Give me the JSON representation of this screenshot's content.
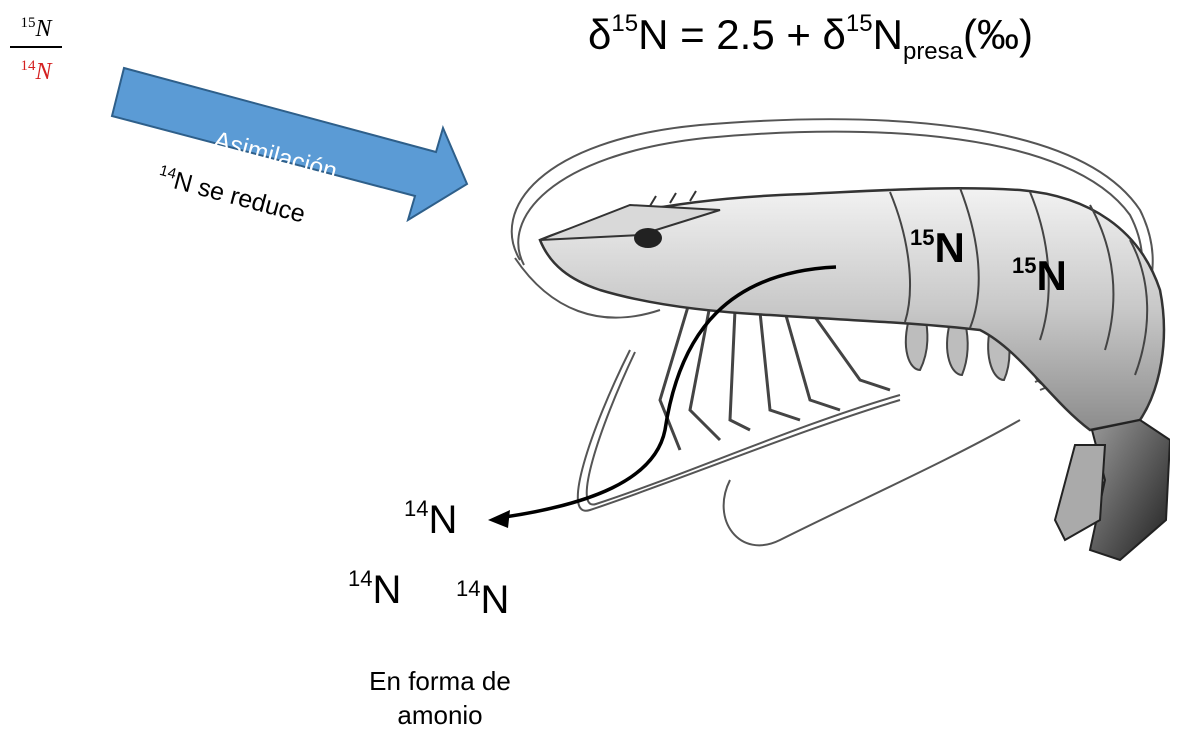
{
  "fraction": {
    "num_sup": "15",
    "num_base": "N",
    "den_sup": "14",
    "den_base": "N",
    "den_color": "#d42020"
  },
  "equation": {
    "delta1": "δ",
    "sup1": "15",
    "base1": "N = 2.5 + δ",
    "sup2": "15",
    "base2": "N",
    "sub": "presa",
    "tail": "(‰)"
  },
  "arrow": {
    "label": "Asimilación",
    "fill": "#5b9bd5",
    "stroke": "#2e5f8a"
  },
  "reduce": {
    "sup": "14",
    "text": "N se reduce"
  },
  "body_isotopes": [
    {
      "sup": "15",
      "base": "N"
    },
    {
      "sup": "15",
      "base": "N"
    }
  ],
  "excreted": [
    {
      "sup": "14",
      "base": "N"
    },
    {
      "sup": "14",
      "base": "N"
    },
    {
      "sup": "14",
      "base": "N"
    }
  ],
  "caption": {
    "line1": "En forma de",
    "line2": "amonio"
  }
}
